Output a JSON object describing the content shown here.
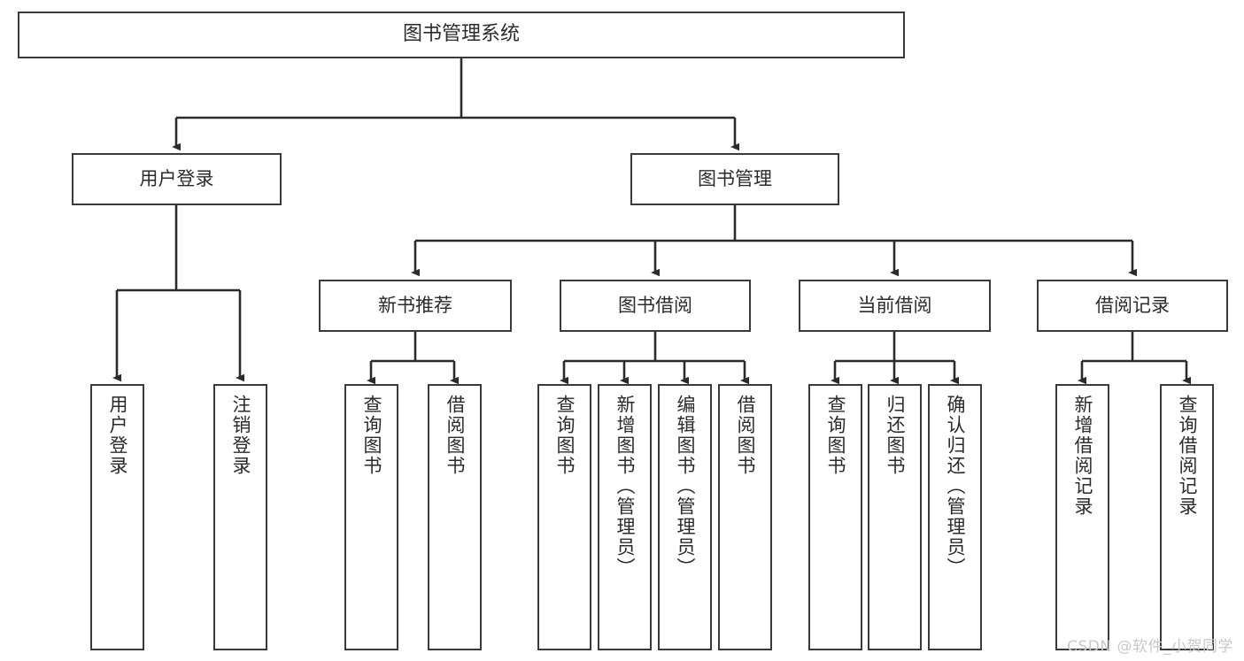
{
  "diagram": {
    "title": "图书管理系统",
    "type": "功能结构图",
    "root": {
      "label": "图书管理系统"
    },
    "level1": [
      {
        "label": "用户登录"
      },
      {
        "label": "图书管理"
      }
    ],
    "level2": [
      {
        "label": "新书推荐",
        "parent": "图书管理"
      },
      {
        "label": "图书借阅",
        "parent": "图书管理"
      },
      {
        "label": "当前借阅",
        "parent": "图书管理"
      },
      {
        "label": "借阅记录",
        "parent": "图书管理"
      }
    ],
    "leaves": {
      "user_login": [
        {
          "label": "用户登录"
        },
        {
          "label": "注销登录"
        }
      ],
      "new_book_recommend": [
        {
          "label": "查询图书"
        },
        {
          "label": "借阅图书"
        }
      ],
      "book_borrow": [
        {
          "label": "查询图书"
        },
        {
          "label": "新增图书（管理员）"
        },
        {
          "label": "编辑图书（管理员）"
        },
        {
          "label": "借阅图书"
        }
      ],
      "current_borrow": [
        {
          "label": "查询图书"
        },
        {
          "label": "归还图书"
        },
        {
          "label": "确认归还（管理员）"
        }
      ],
      "borrow_record": [
        {
          "label": "新增借阅记录"
        },
        {
          "label": "查询借阅记录"
        }
      ]
    }
  },
  "watermark": {
    "text": "CSDN @软件_小贺同学"
  },
  "colors": {
    "box_border": "#3a3a3a",
    "box_fill": "#ffffff",
    "edge": "#2b2b2b",
    "text": "#2b2b2b",
    "watermark": "#c9c9c9",
    "background": "#ffffff"
  }
}
